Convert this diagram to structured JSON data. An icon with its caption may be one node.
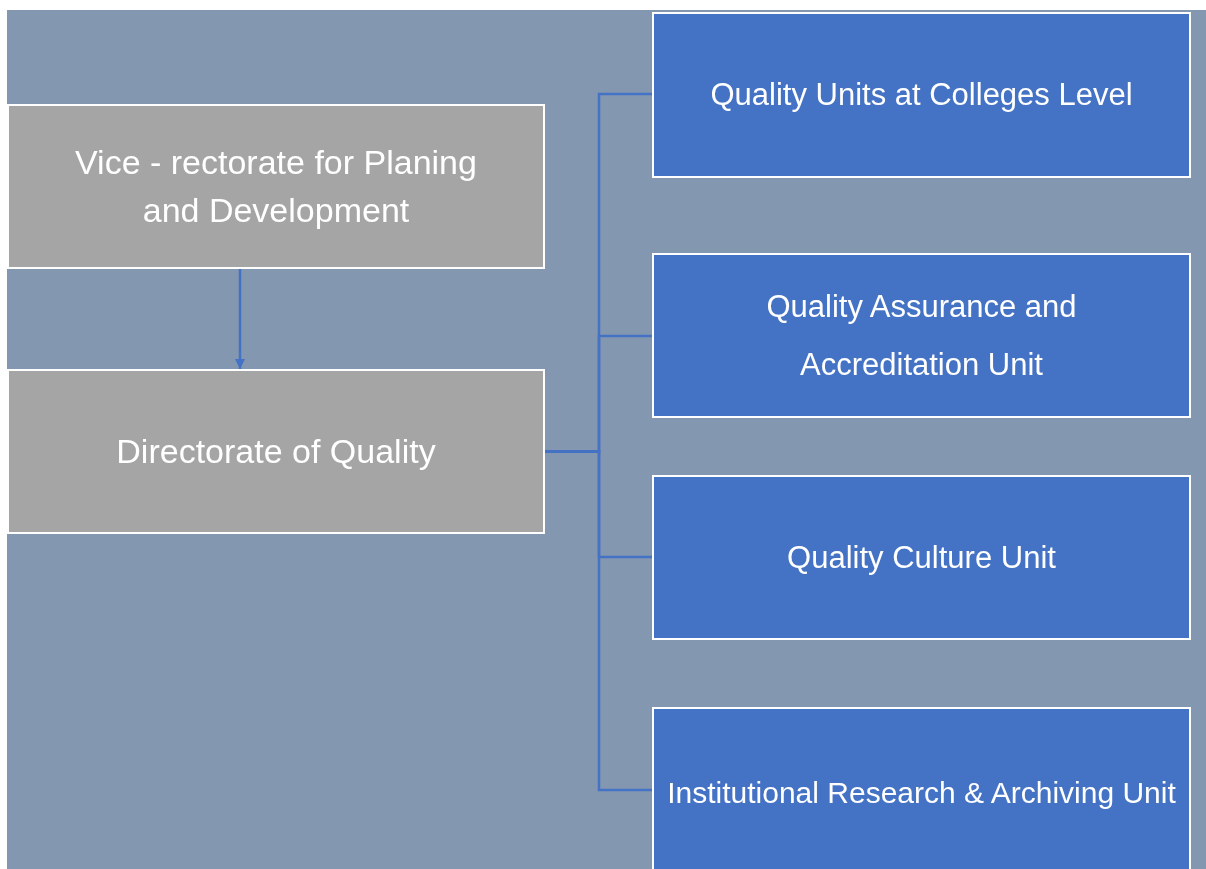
{
  "diagram": {
    "nodes": [
      {
        "text": [
          "Vice - rectorate for Planing and Development"
        ]
      },
      {
        "text": [
          "Directorate of Quality"
        ]
      },
      {
        "text": [
          "Quality Units at Colleges Level"
        ]
      },
      {
        "text": [
          "Quality Assurance and Accreditation Unit"
        ]
      },
      {
        "text": [
          "Quality Culture Unit"
        ]
      },
      {
        "text": [
          "Institutional Research & Archiving Unit"
        ]
      }
    ],
    "edges": [
      {
        "from": 0,
        "to": 1,
        "arrow": "to"
      },
      {
        "from": 1,
        "to": 2,
        "arrow": "none"
      },
      {
        "from": 1,
        "to": 3,
        "arrow": "none"
      },
      {
        "from": 1,
        "to": 4,
        "arrow": "none"
      },
      {
        "from": 1,
        "to": 5,
        "arrow": "none"
      }
    ]
  }
}
